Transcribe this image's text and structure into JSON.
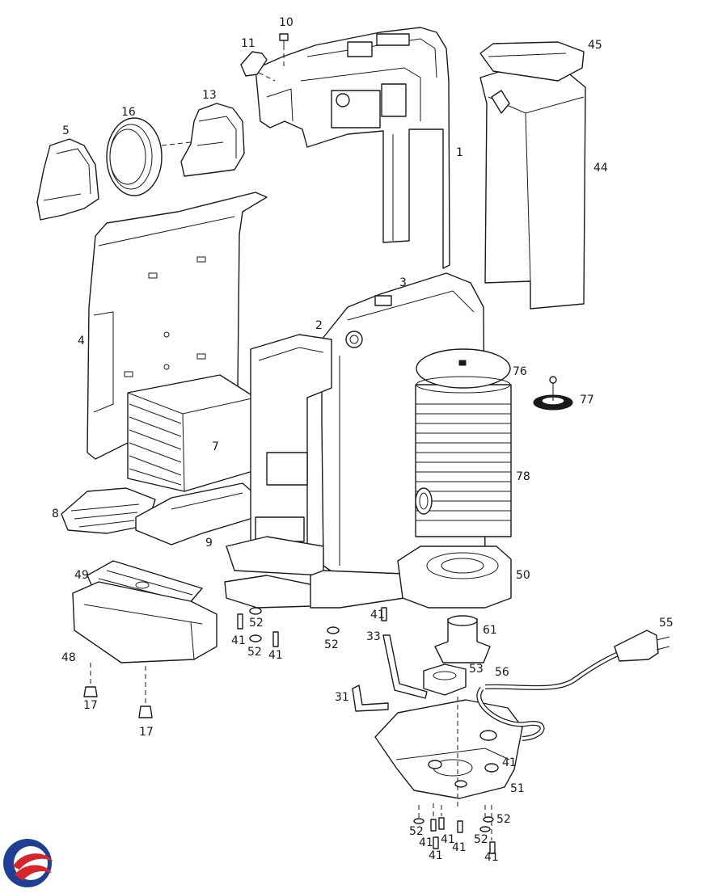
{
  "diagram": {
    "parts": {
      "p1": "1",
      "p2": "2",
      "p3": "3",
      "p4": "4",
      "p5": "5",
      "p7": "7",
      "p8": "8",
      "p9": "9",
      "p10": "10",
      "p11": "11",
      "p13": "13",
      "p16": "16",
      "p17a": "17",
      "p17b": "17",
      "p31": "31",
      "p33": "33",
      "p41a": "41",
      "p41b": "41",
      "p41c": "41",
      "p41d": "41",
      "p41e": "41",
      "p41f": "41",
      "p41g": "41",
      "p41h": "41",
      "p44": "44",
      "p45": "45",
      "p48": "48",
      "p49": "49",
      "p50": "50",
      "p51": "51",
      "p52a": "52",
      "p52b": "52",
      "p52c": "52",
      "p52d": "52",
      "p52e": "52",
      "p52f": "52",
      "p53": "53",
      "p55": "55",
      "p56": "56",
      "p61": "61",
      "p76": "76",
      "p77": "77",
      "p78": "78"
    },
    "colors": {
      "line": "#1a1a1a",
      "background": "#ffffff",
      "logo_blue": "#1f3f94",
      "logo_red": "#d7262b"
    }
  }
}
